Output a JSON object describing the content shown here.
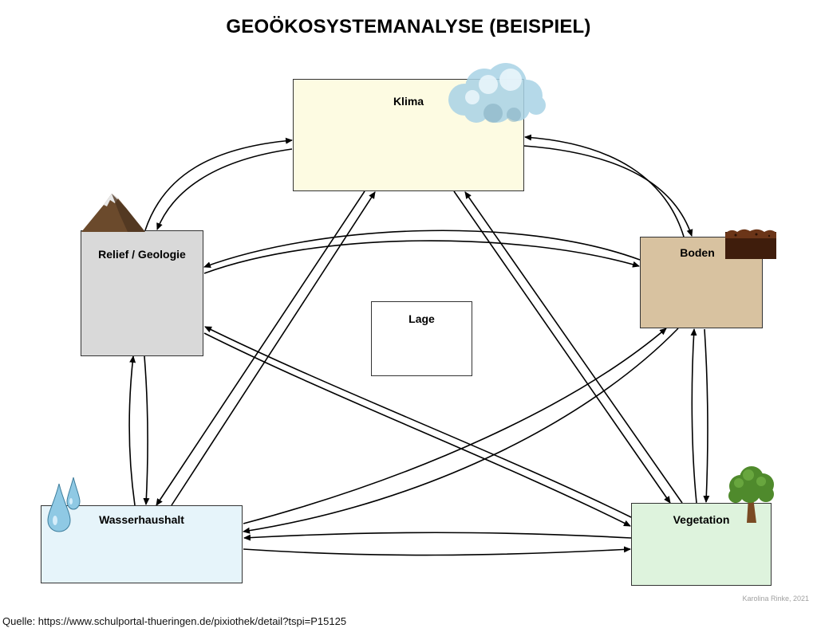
{
  "title": "GEOÖKOSYSTEMANALYSE (BEISPIEL)",
  "boxes": {
    "klima": "Klima",
    "relief": "Relief / Geologie",
    "boden": "Boden",
    "lage": "Lage",
    "wasser": "Wasserhaushalt",
    "vegetation": "Vegetation"
  },
  "icons": {
    "klima": "cloud-icon",
    "relief": "mountain-icon",
    "boden": "soil-icon",
    "wasser": "water-drops-icon",
    "vegetation": "tree-icon"
  },
  "colors": {
    "klima": "#fdfbe2",
    "relief": "#d9d9d9",
    "boden": "#d8c2a0",
    "wasser": "#e6f4fa",
    "vegetation": "#def3dd",
    "lage": "#ffffff"
  },
  "credit": "Karolina Rinke, 2021",
  "source": "Quelle: https://www.schulportal-thueringen.de/pixiothek/detail?tspi=P15125"
}
